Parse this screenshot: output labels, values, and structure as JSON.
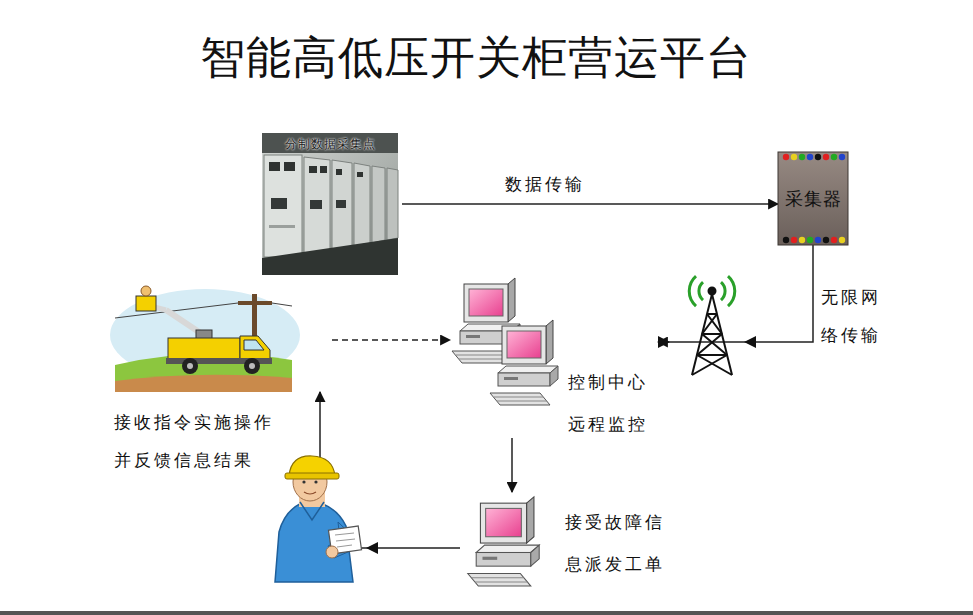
{
  "diagram": {
    "title": "智能高低压开关柜营运平台",
    "nodes": [
      {
        "text": [
          "分制数据采集点"
        ]
      },
      {
        "text": [
          "采集器"
        ]
      },
      {
        "text": [
          "接收指令实施操作并反馈信息结果"
        ]
      },
      {
        "text": [
          "控制中心 远程监控"
        ]
      },
      {
        "text": [
          "接受故障信息派发工单"
        ]
      }
    ],
    "edges": [
      {
        "from": 0,
        "to": 1,
        "label": "数据传输",
        "arrow": "to"
      },
      {
        "from": 1,
        "to": 3,
        "label": "无限网络传输",
        "arrow": "to"
      },
      {
        "from": 2,
        "to": 3,
        "arrow": "to"
      },
      {
        "from": 3,
        "to": 4,
        "arrow": "to"
      },
      {
        "from": 4,
        "to": 2,
        "arrow": "to"
      }
    ]
  }
}
